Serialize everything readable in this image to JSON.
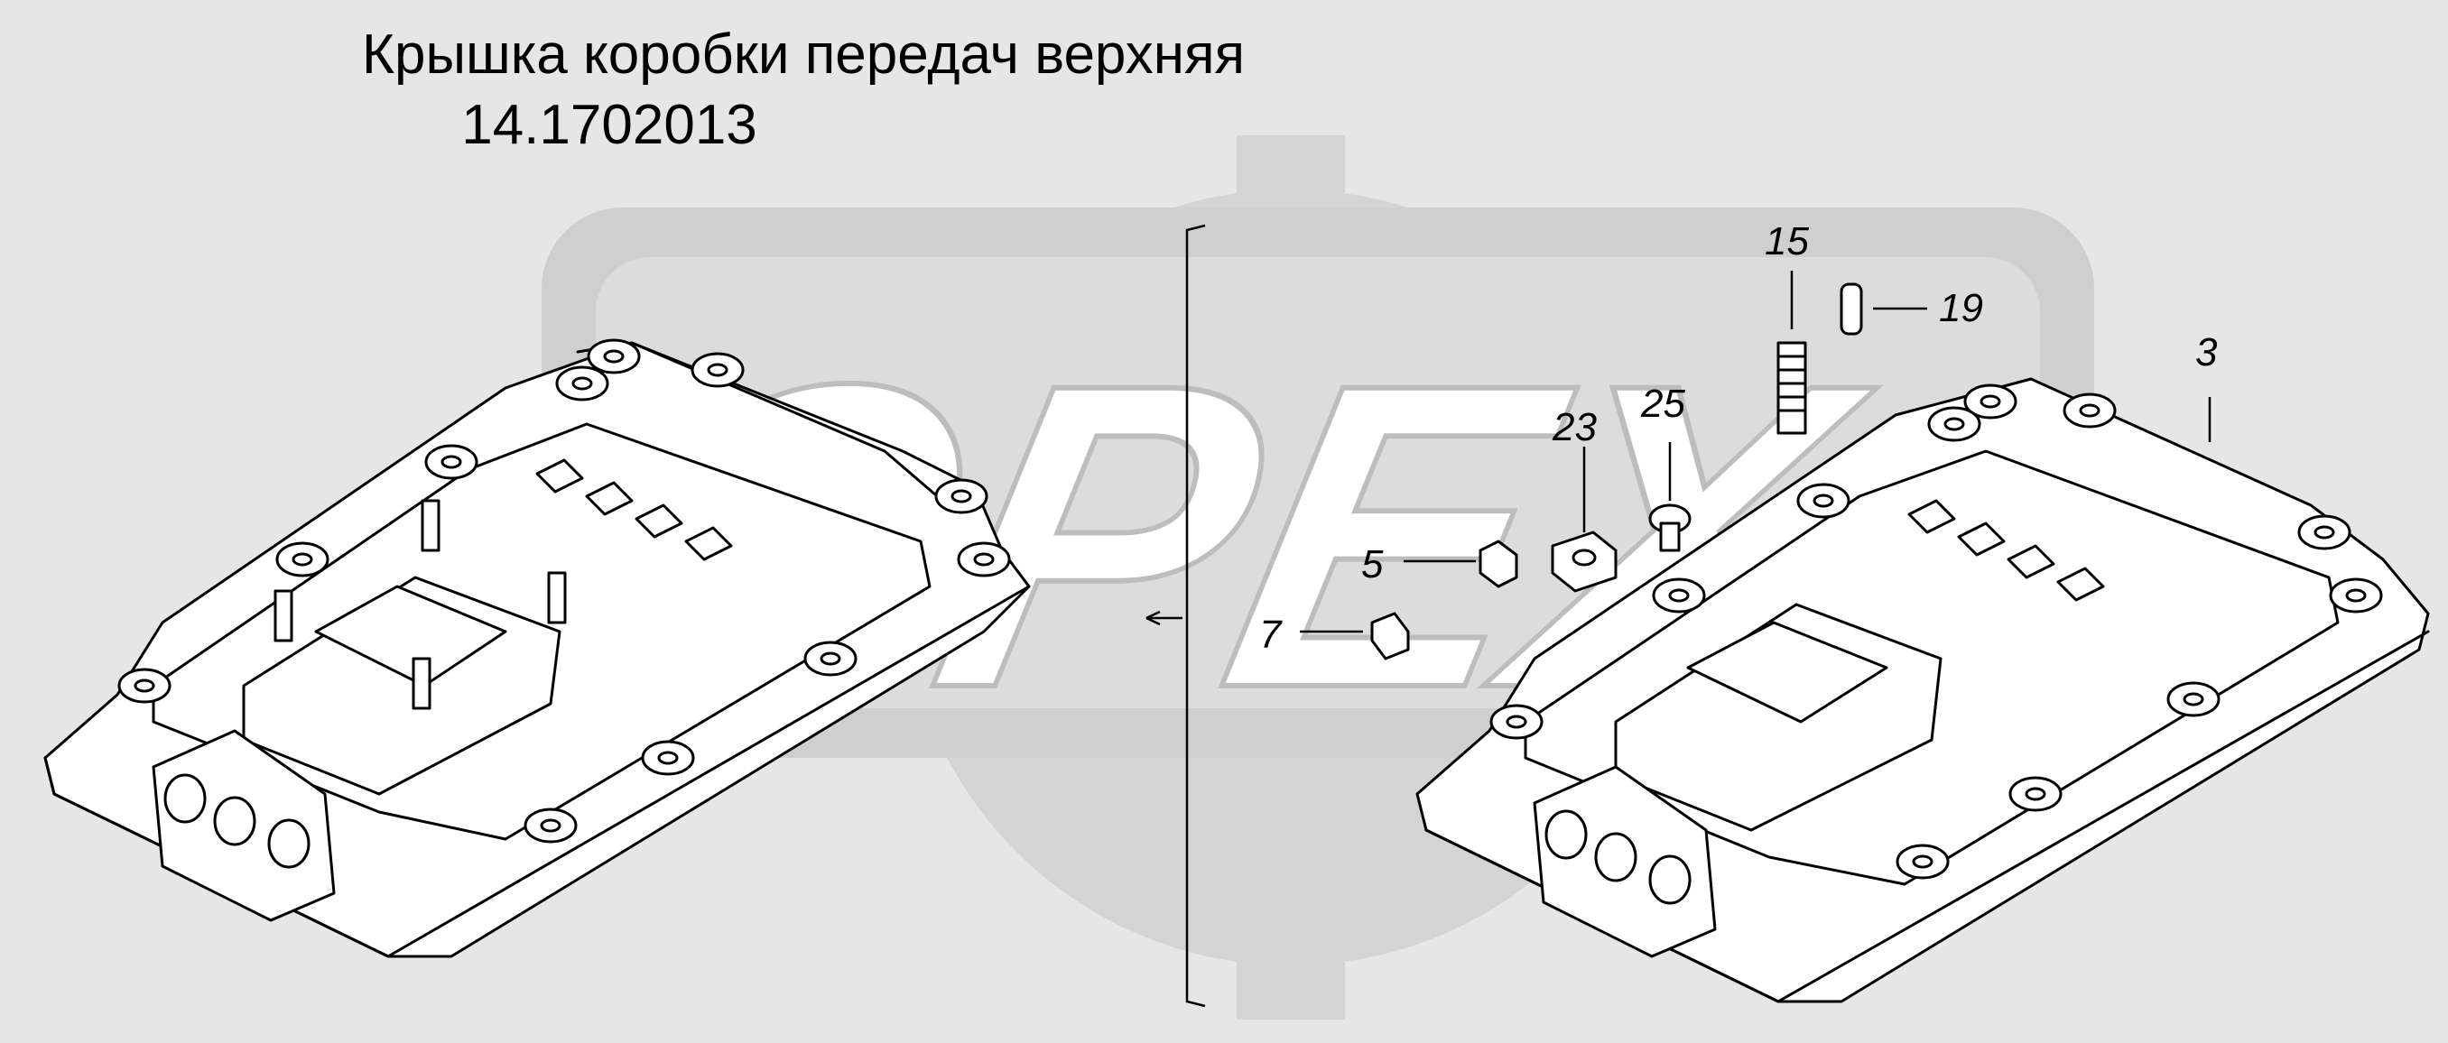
{
  "title": {
    "name": "Крышка коробки передач верхняя",
    "code": "14.1702013"
  },
  "watermark": {
    "text": "OPEX",
    "color": "#c9c9c9"
  },
  "callouts": [
    {
      "id": "15",
      "label": "15"
    },
    {
      "id": "19",
      "label": "19"
    },
    {
      "id": "3",
      "label": "3"
    },
    {
      "id": "25",
      "label": "25"
    },
    {
      "id": "23",
      "label": "23"
    },
    {
      "id": "5",
      "label": "5"
    },
    {
      "id": "7",
      "label": "7"
    }
  ],
  "colors": {
    "background": "#e6e6e6",
    "ink": "#000000",
    "part_fill": "#ffffff"
  }
}
